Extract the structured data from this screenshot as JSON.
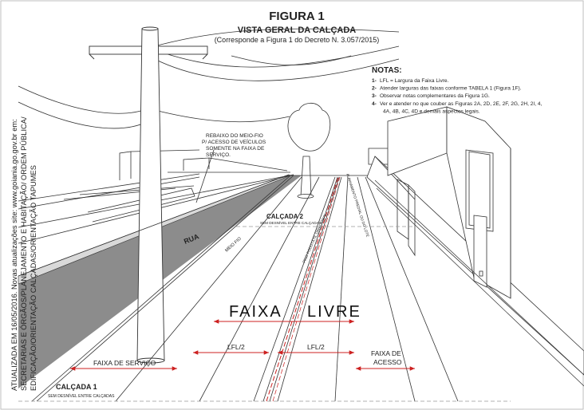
{
  "header": {
    "title": "FIGURA 1",
    "subtitle": "VISTA GERAL DA CALÇADA",
    "reference": "(Corresponde a Figura 1 do Decreto N. 3.057/2015)"
  },
  "notes": {
    "heading": "NOTAS:",
    "items": [
      {
        "num": "1-",
        "text": "LFL = Largura da Faixa Livre."
      },
      {
        "num": "2-",
        "text": "Atender larguras das faixas conforme TABELA 1 (Figura 1F)."
      },
      {
        "num": "3-",
        "text": "Observar notas complementares da Figura 1G."
      },
      {
        "num": "4-",
        "text": "Ver e atender no que couber as Figuras 2A, 2D, 2E, 2F, 2G, 2H, 2I, 4,"
      },
      {
        "num": "",
        "text": "4A, 4B, 4C, 4D e demais aspectos legais."
      }
    ]
  },
  "side_text": [
    "ATUALIZADA EM 16/05/2016. Novas atualizações site: www.goiania.go.gov.br  em:",
    "SECRETARIAS E ÓRGÃOS/PLANEJAMENTO E HABITAÇÃO/ ORDEM PÚBLICA/",
    "EDIFICAÇÃO/ORIENTAÇÃO CALÇADAS/ORIENTAÇÃO TAPUMES"
  ],
  "callout": {
    "lines": [
      "REBAIXO DO MEIO-FIO",
      "P/ ACESSO DE VEÍCULOS",
      "SOMENTE NA FAIXA DE",
      "SERVIÇO."
    ]
  },
  "labels": {
    "rua": "RUA",
    "meio_fio": "MEIO FIO",
    "piso_podotatil": "PISO PODOTÁTIL DIRECIONAL",
    "alinhamento": "ALINHAMENTO PREDIAL OU DO LOTE",
    "calcada2_title": "CALÇADA 2",
    "calcada2_note": "SEM DESNÍVEL ENTRE CALÇADAS",
    "faixa": "FAIXA",
    "livre": "LIVRE",
    "lfl_left": "LFL/2",
    "lfl_right": "LFL/2",
    "faixa_servico": "FAIXA DE SERVIÇO",
    "faixa_acesso_1": "FAIXA DE",
    "faixa_acesso_2": "ACESSO",
    "calcada1_title": "CALÇADA 1",
    "calcada1_note": "SEM DESNÍVEL ENTRE CALÇADAS"
  },
  "colors": {
    "road": "#8c8c8c",
    "line": "#333333",
    "dim_red": "#cc2020",
    "curb_fill": "#d9d9d9",
    "frame": "#bfbfbf"
  }
}
